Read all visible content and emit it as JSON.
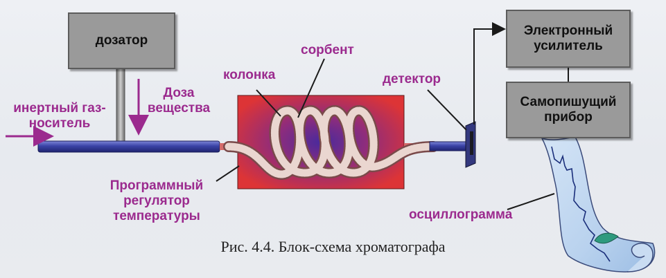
{
  "blocks": {
    "dosator": "дозатор",
    "amplifier": "Электронный\nусилитель",
    "recorder": "Самопишущий\nприбор"
  },
  "labels": {
    "carrier_gas": "инертный газ-\nноситель",
    "dose": "Доза\nвещества",
    "column": "колонка",
    "sorbent": "сорбент",
    "detector": "детектор",
    "regulator": "Программный\nрегулятор\nтемпературы",
    "oscillogram": "осциллограмма"
  },
  "caption": "Рис. 4.4. Блок-схема хроматографа",
  "colors": {
    "label": "#9b2a8e",
    "block_fill": "#9a9a9a",
    "tube": "#3a3f9a",
    "oven_outer": "#d8323a",
    "oven_inner": "#5b2aa0"
  }
}
